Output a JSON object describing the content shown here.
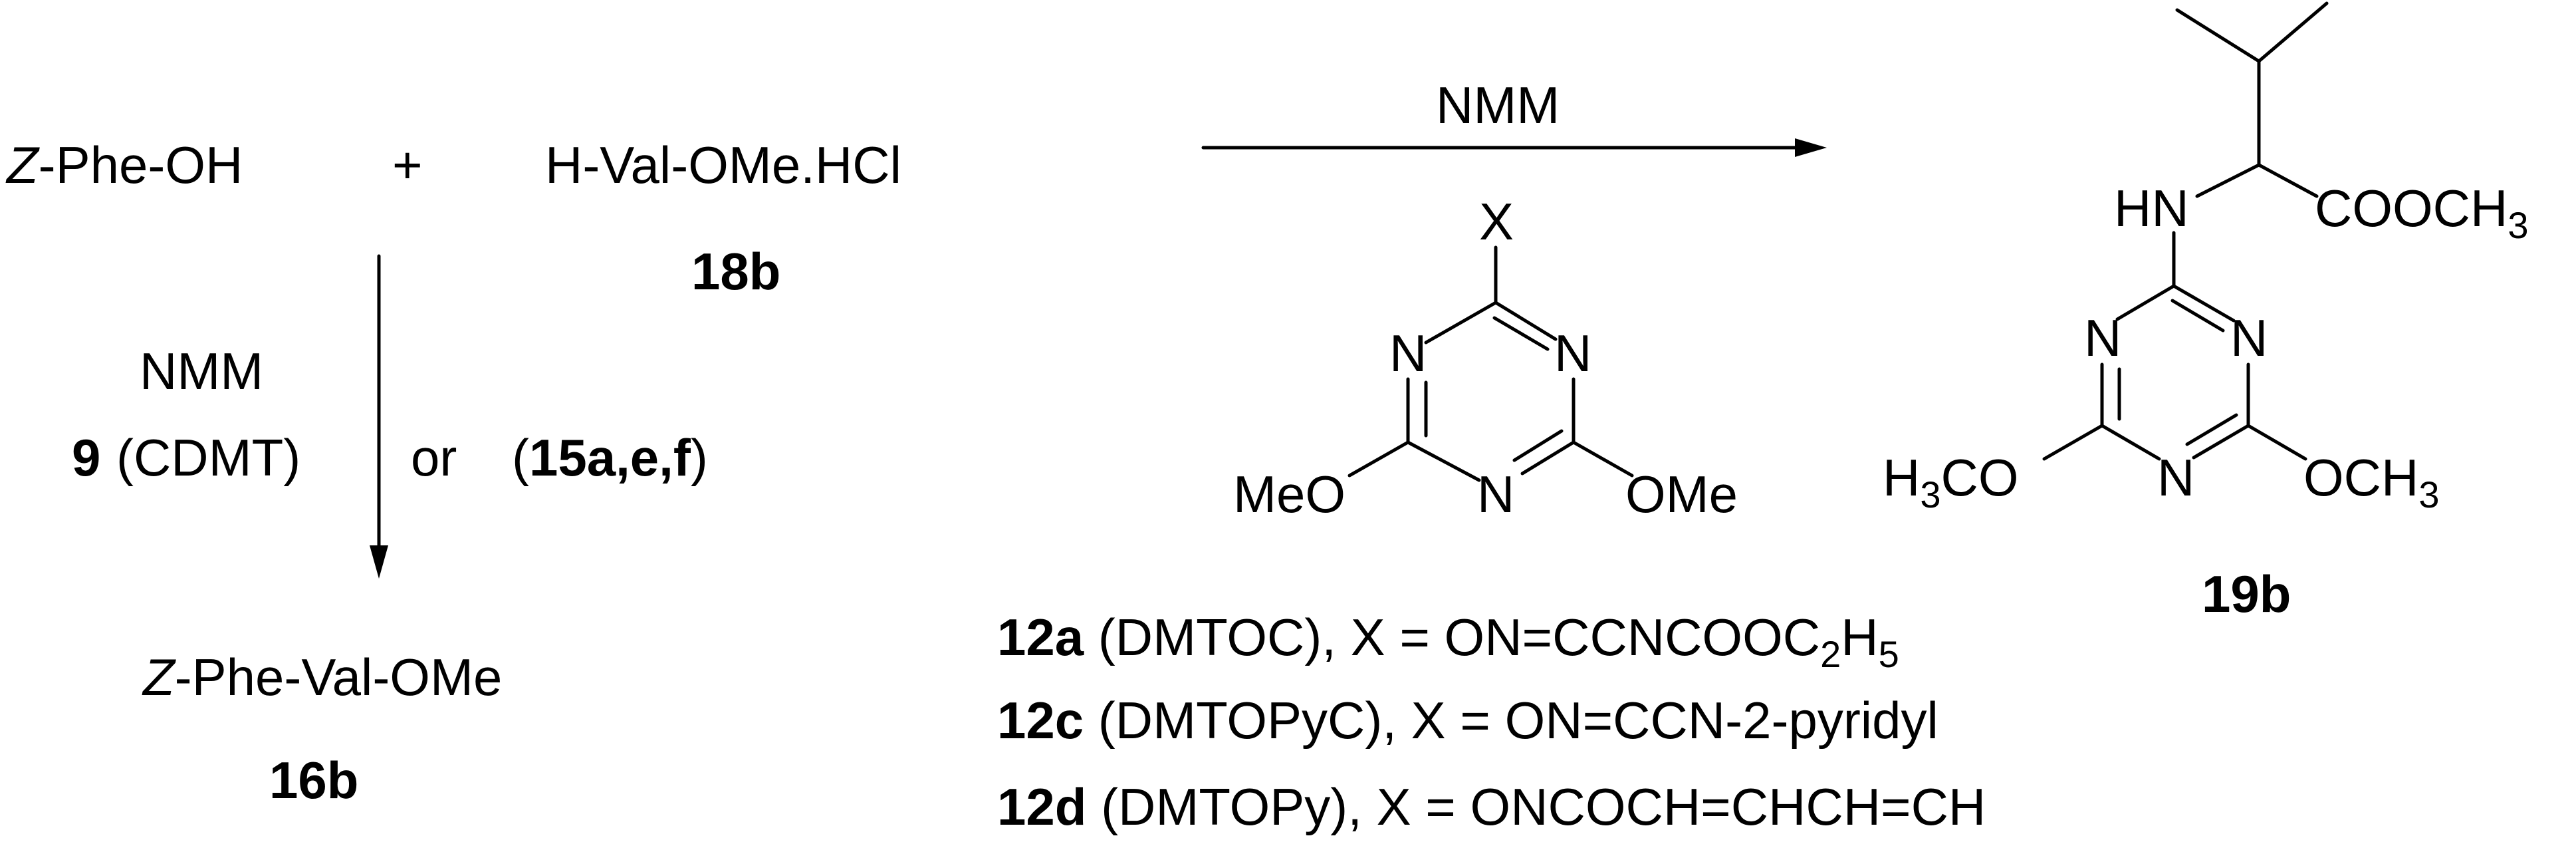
{
  "left_scheme": {
    "reactant_acid": "Z-Phe-OH",
    "plus": "+",
    "reactant_amine": "H-Val-OMe.HCl",
    "amine_id": "18b",
    "down_reagent_base": "NMM",
    "down_reagent_id": "9",
    "down_reagent_name": "(CDMT)",
    "down_or": "or",
    "down_alt_open": "(",
    "down_alt_ids": "15a,e,f",
    "down_alt_close": ")",
    "product": "Z-Phe-Val-OMe",
    "product_id": "16b"
  },
  "right_scheme": {
    "arrow_reagent": "NMM",
    "reagent_structure": {
      "substituent": "X",
      "ring_n1": "N",
      "ring_n2": "N",
      "ring_n3": "N",
      "left_group": "MeO",
      "right_group": "OMe"
    },
    "product_structure": {
      "nh": "HN",
      "ester": "COOCH",
      "ester_sub": "3",
      "ring_n1": "N",
      "ring_n2": "N",
      "ring_n3": "N",
      "left_group_a": "H",
      "left_group_sub": "3",
      "left_group_b": "CO",
      "right_group": "OCH",
      "right_group_sub": "3"
    },
    "product_id": "19b",
    "reagents": [
      {
        "id": "12a",
        "name": " (DMTOC), X = ON=CCNCOOC",
        "sub1": "2",
        "mid": "H",
        "sub2": "5"
      },
      {
        "id": "12c",
        "name": " (DMTOPyC), X = ON=CCN-2-pyridyl"
      },
      {
        "id": "12d",
        "name": " (DMTOPy), X = ONCOCH=CHCH=CH"
      }
    ]
  }
}
